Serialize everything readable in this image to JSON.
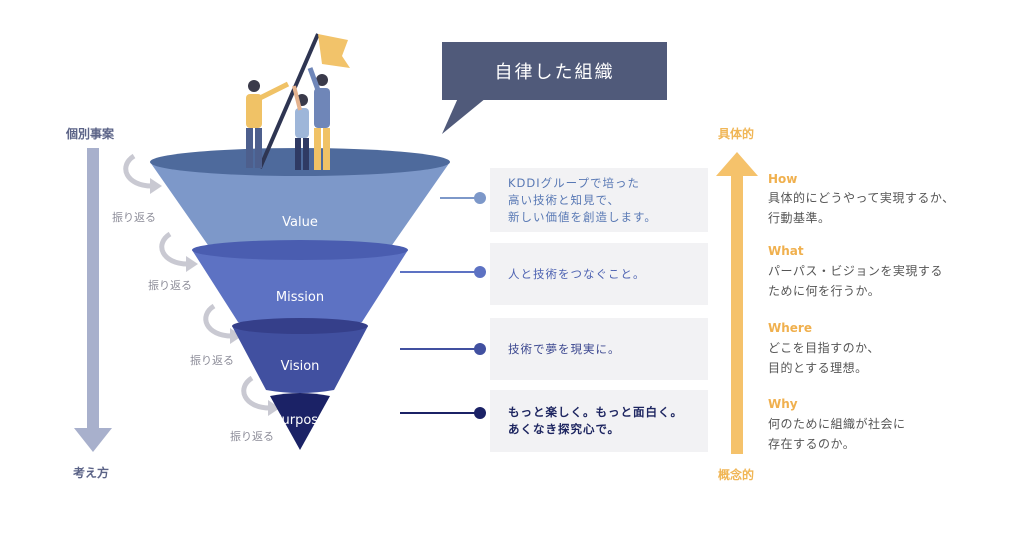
{
  "left_axis": {
    "top_label": "個別事案",
    "bottom_label": "考え方"
  },
  "reflect_label": "振り返る",
  "speech_bubble": "自律した組織",
  "funnel": [
    {
      "label": "Value",
      "description": "KDDIグループで培った\n高い技術と知見で、\n新しい価値を創造します。",
      "color": "#7d98c9",
      "text_color": "#5878b4"
    },
    {
      "label": "Mission",
      "description": "人と技術をつなぐこと。",
      "color": "#5d72c3",
      "text_color": "#4e63b2"
    },
    {
      "label": "Vision",
      "description": "技術で夢を現実に。",
      "color": "#4150a0",
      "text_color": "#3b478f"
    },
    {
      "label": "Purpose",
      "description": "もっと楽しく。もっと面白く。\nあくなき探究心で。",
      "color": "#1b2266",
      "text_color": "#1d2560"
    }
  ],
  "right_axis": {
    "top_label": "具体的",
    "bottom_label": "概念的"
  },
  "right_items": [
    {
      "heading": "How",
      "text": "具体的にどうやって実現するか、\n行動基準。"
    },
    {
      "heading": "What",
      "text": "パーパス・ビジョンを実現する\nために何を行うか。"
    },
    {
      "heading": "Where",
      "text": "どこを目指すのか、\n目的とする理想。"
    },
    {
      "heading": "Why",
      "text": "何のために組織が社会に\n存在するのか。"
    }
  ],
  "colors": {
    "left_arrow": "#a8b0cc",
    "right_arrow": "#f5c26b",
    "heading": "#f0b04e",
    "bubble": "#505a7a"
  }
}
